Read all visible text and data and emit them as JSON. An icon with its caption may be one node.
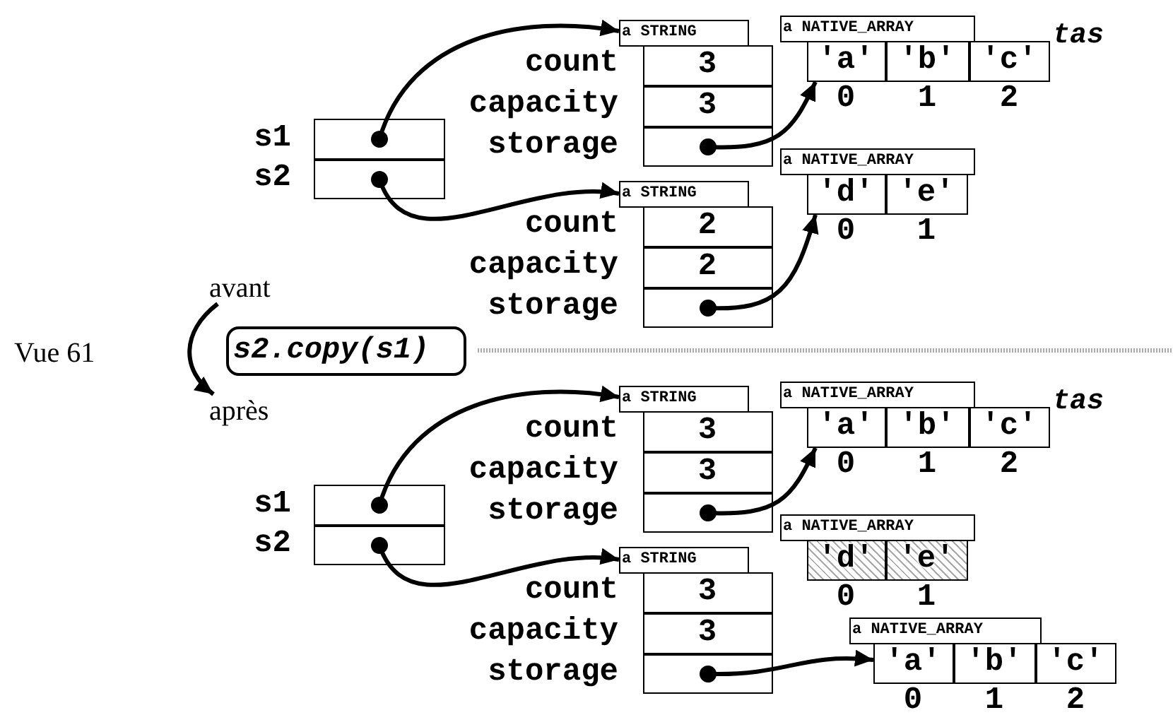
{
  "diagram": {
    "nodes": [
      {
        "text": [],
        "shape": "box",
        "beside": [
          "s1"
        ]
      },
      {
        "text": [],
        "shape": "box",
        "beside": [
          "s2"
        ]
      },
      {
        "text": [
          "a STRING"
        ]
      },
      {
        "text": [
          "3"
        ],
        "in": 2,
        "beside": [
          "count"
        ]
      },
      {
        "text": [
          "3"
        ],
        "in": 2,
        "beside": [
          "capacity"
        ]
      },
      {
        "text": [],
        "shape": "box",
        "in": 2,
        "beside": [
          "storage"
        ]
      },
      {
        "text": [
          "a NATIVE_ARRAY"
        ]
      },
      {
        "text": [
          "'a'"
        ],
        "in": 6,
        "beside": [
          "0"
        ]
      },
      {
        "text": [
          "'b'"
        ],
        "in": 6,
        "beside": [
          "1"
        ]
      },
      {
        "text": [
          "'c'"
        ],
        "in": 6,
        "beside": [
          "2"
        ]
      },
      {
        "text": [
          "a STRING"
        ]
      },
      {
        "text": [
          "2"
        ],
        "in": 10,
        "beside": [
          "count"
        ]
      },
      {
        "text": [
          "2"
        ],
        "in": 10,
        "beside": [
          "capacity"
        ]
      },
      {
        "text": [],
        "shape": "box",
        "in": 10,
        "beside": [
          "storage"
        ]
      },
      {
        "text": [
          "a NATIVE_ARRAY"
        ]
      },
      {
        "text": [
          "'d'"
        ],
        "in": 14,
        "beside": [
          "0"
        ]
      },
      {
        "text": [
          "'e'"
        ],
        "in": 14,
        "beside": [
          "1"
        ]
      },
      {
        "text": [
          "avant"
        ]
      },
      {
        "text": [
          "s2.copy(s1)"
        ]
      },
      {
        "text": [
          "après"
        ]
      },
      {
        "text": [],
        "shape": "box",
        "beside": [
          "s1"
        ]
      },
      {
        "text": [],
        "shape": "box",
        "beside": [
          "s2"
        ]
      },
      {
        "text": [
          "a STRING"
        ]
      },
      {
        "text": [
          "3"
        ],
        "in": 22,
        "beside": [
          "count"
        ]
      },
      {
        "text": [
          "3"
        ],
        "in": 22,
        "beside": [
          "capacity"
        ]
      },
      {
        "text": [],
        "shape": "box",
        "in": 22,
        "beside": [
          "storage"
        ]
      },
      {
        "text": [
          "a NATIVE_ARRAY"
        ]
      },
      {
        "text": [
          "'a'"
        ],
        "in": 26,
        "beside": [
          "0"
        ]
      },
      {
        "text": [
          "'b'"
        ],
        "in": 26,
        "beside": [
          "1"
        ]
      },
      {
        "text": [
          "'c'"
        ],
        "in": 26,
        "beside": [
          "2"
        ]
      },
      {
        "text": [
          "a STRING"
        ]
      },
      {
        "text": [
          "3"
        ],
        "in": 30,
        "beside": [
          "count"
        ]
      },
      {
        "text": [
          "3"
        ],
        "in": 30,
        "beside": [
          "capacity"
        ]
      },
      {
        "text": [],
        "shape": "box",
        "in": 30,
        "beside": [
          "storage"
        ]
      },
      {
        "text": [
          "a NATIVE_ARRAY"
        ]
      },
      {
        "text": [
          "'d'"
        ],
        "in": 34,
        "beside": [
          "0"
        ]
      },
      {
        "text": [
          "'e'"
        ],
        "in": 34,
        "beside": [
          "1"
        ]
      },
      {
        "text": [
          "a NATIVE_ARRAY"
        ]
      },
      {
        "text": [
          "'a'"
        ],
        "in": 37,
        "beside": [
          "0"
        ]
      },
      {
        "text": [
          "'b'"
        ],
        "in": 37,
        "beside": [
          "1"
        ]
      },
      {
        "text": [
          "'c'"
        ],
        "in": 37,
        "beside": [
          "2"
        ]
      }
    ],
    "edges": [
      {
        "from": 0,
        "to": 2,
        "arrow": "to"
      },
      {
        "from": 1,
        "to": 10,
        "arrow": "to"
      },
      {
        "from": 5,
        "to": 6,
        "arrow": "to"
      },
      {
        "from": 13,
        "to": 14,
        "arrow": "to"
      },
      {
        "from": 17,
        "to": 19,
        "arrow": "to"
      },
      {
        "from": 20,
        "to": 22,
        "arrow": "to"
      },
      {
        "from": 21,
        "to": 30,
        "arrow": "to"
      },
      {
        "from": 25,
        "to": 26,
        "arrow": "to"
      },
      {
        "from": 33,
        "to": 37,
        "arrow": "to"
      }
    ],
    "labels": [
      "tas",
      "Vue 61",
      "tas"
    ]
  }
}
